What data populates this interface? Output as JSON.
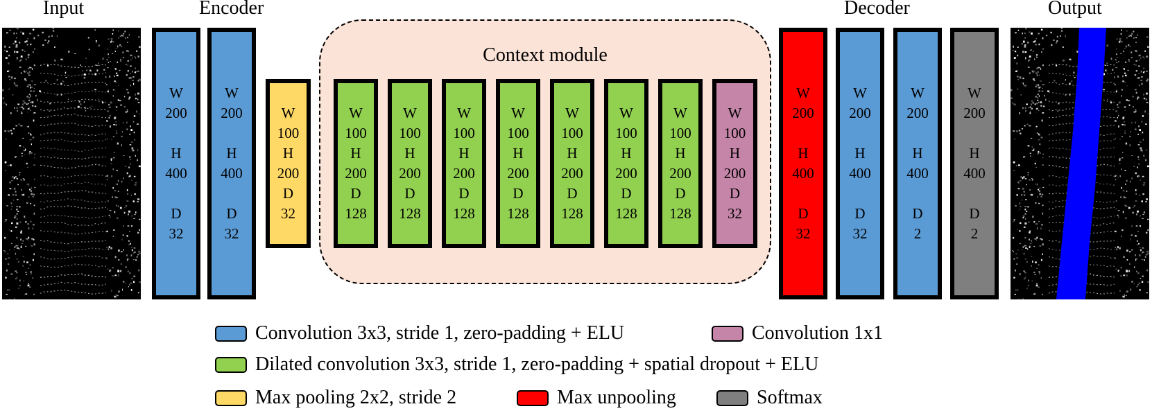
{
  "sections": {
    "input": "Input",
    "encoder": "Encoder",
    "decoder": "Decoder",
    "output": "Output"
  },
  "context_module": {
    "title": "Context module"
  },
  "colors": {
    "conv": "#5b9bd5",
    "pool": "#ffd966",
    "dilated": "#92d050",
    "conv1x1": "#c585a8",
    "unpool": "#ff0000",
    "softmax": "#7f7f7f",
    "road": "#0000ff"
  },
  "blocks": [
    {
      "type": "conv",
      "lines": [
        "W",
        "200",
        "",
        "H",
        "400",
        "",
        "D",
        "32"
      ]
    },
    {
      "type": "conv",
      "lines": [
        "W",
        "200",
        "",
        "H",
        "400",
        "",
        "D",
        "32"
      ]
    },
    {
      "type": "pool",
      "lines": [
        "W",
        "100",
        "H",
        "200",
        "D",
        "32"
      ]
    },
    {
      "type": "dilated",
      "lines": [
        "W",
        "100",
        "H",
        "200",
        "D",
        "128"
      ]
    },
    {
      "type": "dilated",
      "lines": [
        "W",
        "100",
        "H",
        "200",
        "D",
        "128"
      ]
    },
    {
      "type": "dilated",
      "lines": [
        "W",
        "100",
        "H",
        "200",
        "D",
        "128"
      ]
    },
    {
      "type": "dilated",
      "lines": [
        "W",
        "100",
        "H",
        "200",
        "D",
        "128"
      ]
    },
    {
      "type": "dilated",
      "lines": [
        "W",
        "100",
        "H",
        "200",
        "D",
        "128"
      ]
    },
    {
      "type": "dilated",
      "lines": [
        "W",
        "100",
        "H",
        "200",
        "D",
        "128"
      ]
    },
    {
      "type": "dilated",
      "lines": [
        "W",
        "100",
        "H",
        "200",
        "D",
        "128"
      ]
    },
    {
      "type": "conv1x1",
      "lines": [
        "W",
        "100",
        "H",
        "200",
        "D",
        "32"
      ]
    },
    {
      "type": "unpool",
      "lines": [
        "W",
        "200",
        "",
        "H",
        "400",
        "",
        "D",
        "32"
      ]
    },
    {
      "type": "conv",
      "lines": [
        "W",
        "200",
        "",
        "H",
        "400",
        "",
        "D",
        "32"
      ]
    },
    {
      "type": "conv",
      "lines": [
        "W",
        "200",
        "",
        "H",
        "400",
        "",
        "D",
        "2"
      ]
    },
    {
      "type": "softmax",
      "lines": [
        "W",
        "200",
        "",
        "H",
        "400",
        "",
        "D",
        "2"
      ]
    }
  ],
  "legend": [
    {
      "type": "conv",
      "label": "Convolution 3x3, stride 1, zero-padding + ELU"
    },
    {
      "type": "conv1x1",
      "label": "Convolution 1x1"
    },
    {
      "type": "dilated",
      "label": "Dilated convolution 3x3, stride 1, zero-padding + spatial dropout + ELU"
    },
    {
      "type": "pool",
      "label": "Max pooling 2x2, stride 2"
    },
    {
      "type": "unpool",
      "label": "Max unpooling"
    },
    {
      "type": "softmax",
      "label": "Softmax"
    }
  ]
}
